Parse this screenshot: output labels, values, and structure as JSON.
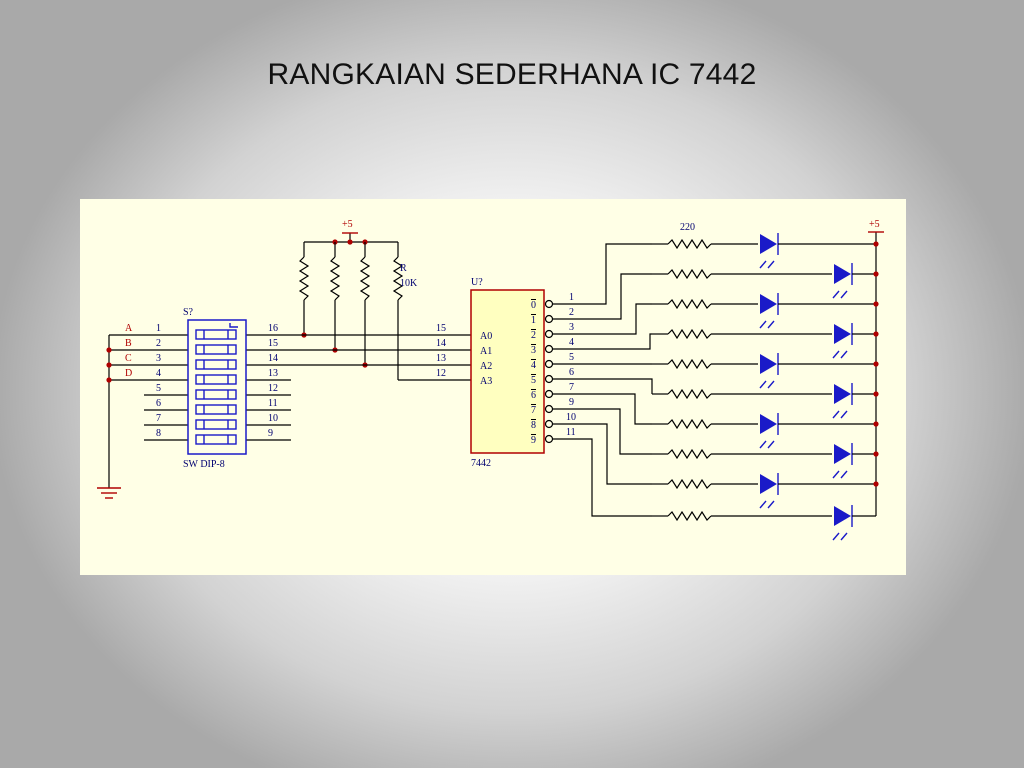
{
  "slide": {
    "title": "RANGKAIAN SEDERHANA IC 7442"
  },
  "colors": {
    "wire": "#000000",
    "component": "#1a1ac8",
    "label": "#000070",
    "power": "#b00000",
    "ic_fill": "#ffffc0",
    "panel": "#ffffe6"
  },
  "schematic": {
    "power_left": "+5",
    "power_right": "+5",
    "pullup": {
      "ref": "R",
      "value": "10K"
    },
    "led_resistor_value": "220",
    "dip_switch": {
      "ref": "S?",
      "part": "SW DIP-8",
      "inputs": [
        "A",
        "B",
        "C",
        "D"
      ],
      "left_pins": [
        "1",
        "2",
        "3",
        "4",
        "5",
        "6",
        "7",
        "8"
      ],
      "right_pins": [
        "16",
        "15",
        "14",
        "13",
        "12",
        "11",
        "10",
        "9"
      ]
    },
    "ic": {
      "ref": "U?",
      "part": "7442",
      "input_pins": [
        "15",
        "14",
        "13",
        "12"
      ],
      "input_names": [
        "A0",
        "A1",
        "A2",
        "A3"
      ],
      "output_names": [
        "0",
        "1",
        "2",
        "3",
        "4",
        "5",
        "6",
        "7",
        "8",
        "9"
      ],
      "output_pins": [
        "1",
        "2",
        "3",
        "4",
        "5",
        "6",
        "7",
        "9",
        "10",
        "11"
      ]
    }
  }
}
